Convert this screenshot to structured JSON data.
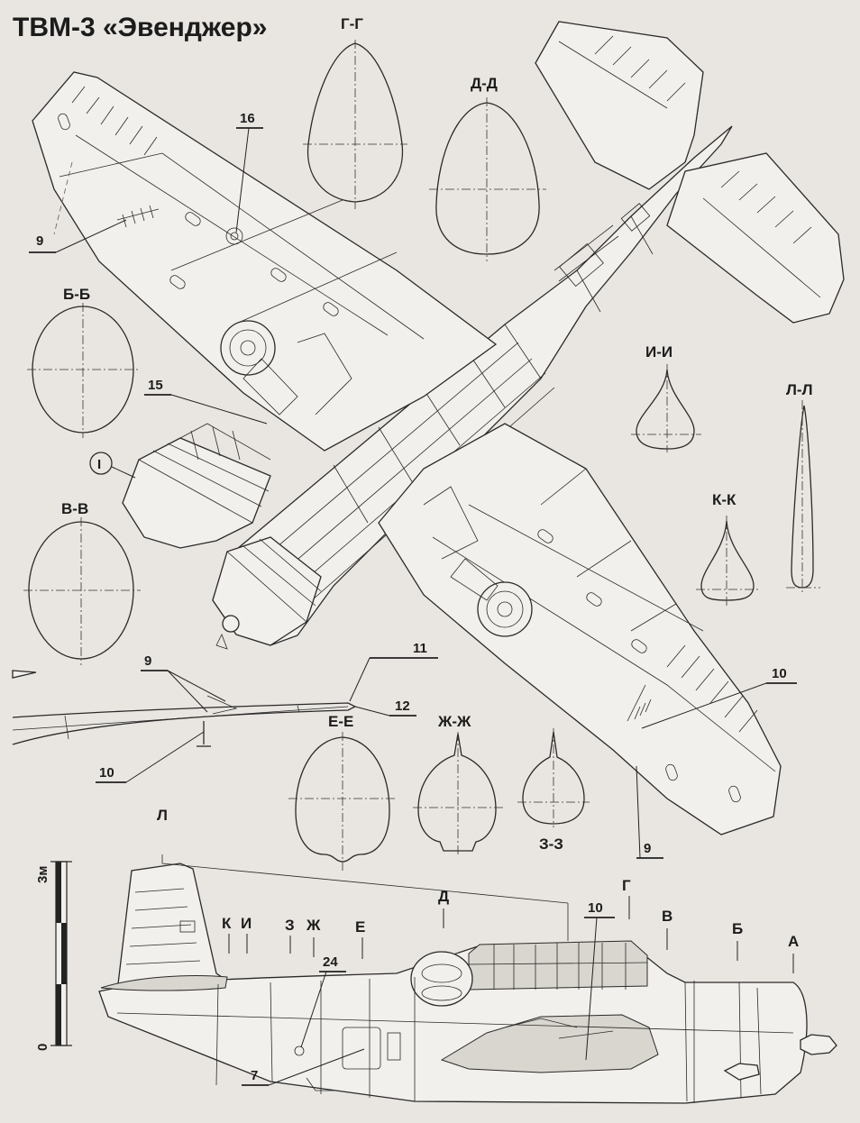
{
  "title": "ТВМ-3 «Эвенджер»",
  "sections": {
    "g": "Г-Г",
    "d": "Д-Д",
    "b": "Б-Б",
    "v": "В-В",
    "i": "И-И",
    "k": "К-К",
    "l": "Л-Л",
    "e": "Е-Е",
    "zh": "Ж-Ж",
    "z": "З-З"
  },
  "callouts": {
    "n16": "16",
    "n9a": "9",
    "n15": "15",
    "n9b": "9",
    "n11": "11",
    "n12": "12",
    "n10a": "10",
    "n10b": "10",
    "n9c": "9",
    "n10c": "10",
    "n24": "24",
    "n7": "7",
    "detail_one": "I"
  },
  "station_letters": {
    "l": "Л",
    "d": "Д",
    "g": "Г",
    "k": "К",
    "i": "И",
    "z": "З",
    "zh": "Ж",
    "e": "Е",
    "v": "В",
    "b": "Б",
    "a": "А"
  },
  "scale": {
    "top_label": "3м",
    "bottom_label": "0"
  }
}
